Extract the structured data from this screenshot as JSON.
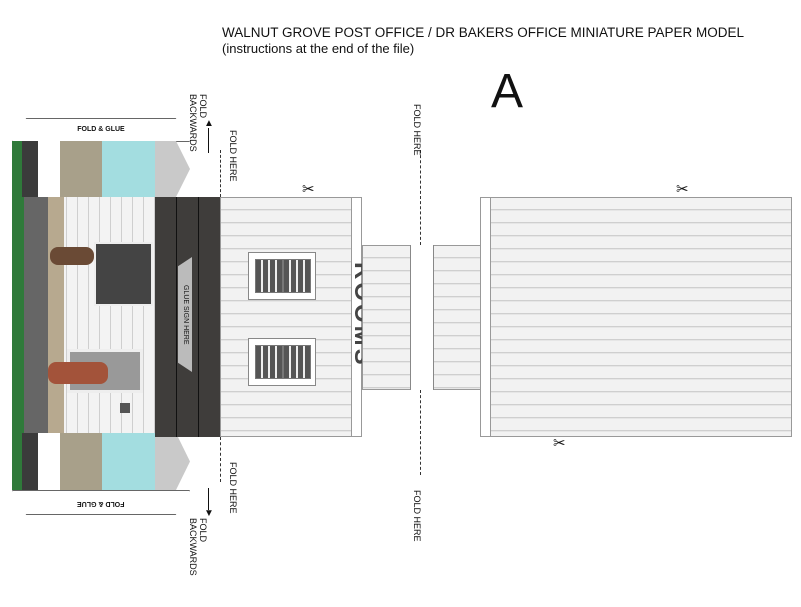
{
  "header": {
    "title": "WALNUT GROVE POST OFFICE / DR BAKERS OFFICE  MINIATURE PAPER MODEL",
    "subtitle": "(instructions at the end of the file)",
    "sheet_letter": "A"
  },
  "labels": {
    "fold_glue": "FOLD & GLUE",
    "fold_backwards": "FOLD BACKWARDS",
    "fold_here": "FOLD HERE",
    "glue_sign_here": "GLUE SIGN HERE",
    "rooms": "ROOMS"
  },
  "icons": {
    "scissors": "✂"
  },
  "colors": {
    "sign_band": "#3f3d3b",
    "sky": "#a3dde0",
    "grass": "#2f7a3a"
  }
}
